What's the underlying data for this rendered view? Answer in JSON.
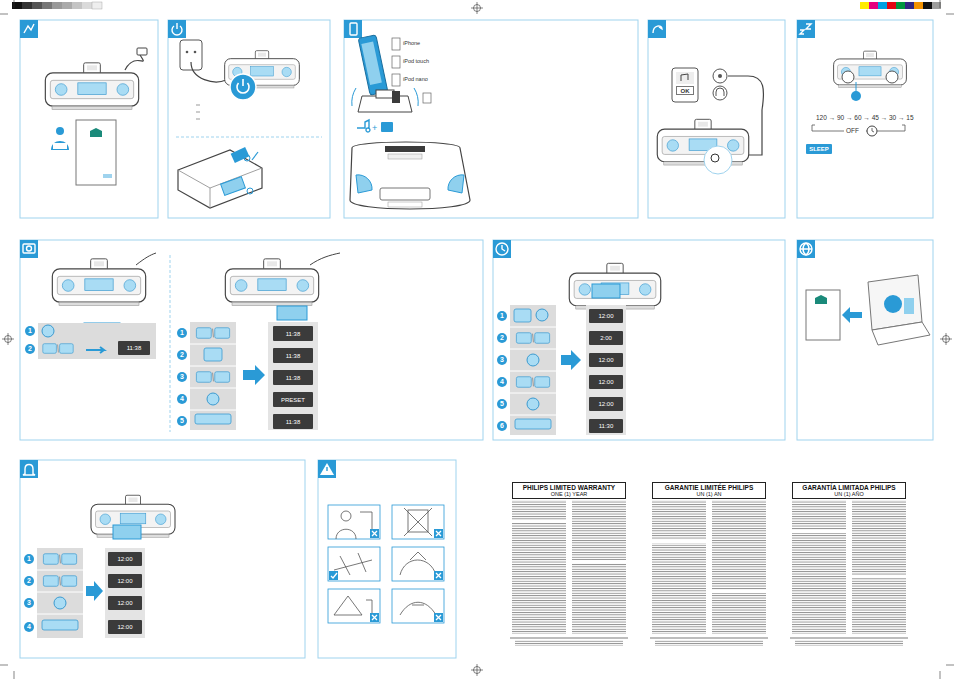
{
  "diagram": {
    "nodes": [
      {
        "text": [
          "OK"
        ]
      },
      {
        "text": [
          "SLEEP"
        ]
      },
      {
        "text": [
          "11:38"
        ]
      },
      {
        "text": [
          "11:38"
        ]
      },
      {
        "text": [
          "11:38"
        ]
      },
      {
        "text": [
          "11:38"
        ]
      },
      {
        "text": [
          "PRESET"
        ]
      },
      {
        "text": [
          "11:38"
        ]
      },
      {
        "text": [
          "12:00"
        ]
      },
      {
        "text": [
          "2:00"
        ]
      },
      {
        "text": [
          "12:00"
        ]
      },
      {
        "text": [
          "12:00"
        ]
      },
      {
        "text": [
          "12:00"
        ]
      },
      {
        "text": [
          "11:30"
        ]
      },
      {
        "text": [
          "12:00"
        ]
      },
      {
        "text": [
          "12:00"
        ]
      },
      {
        "text": [
          "12:00"
        ]
      },
      {
        "text": [
          "12:00"
        ]
      },
      {
        "text": [
          "PHILIPS LIMITED WARRANTY",
          "ONE (1) YEAR"
        ]
      },
      {
        "text": [
          "GARANTIE LIMITÉE PHILIPS",
          "UN (1) AN"
        ]
      },
      {
        "text": [
          "GARANTÍA LIMITADA PHILIPS",
          "UN (1) AÑO"
        ]
      }
    ],
    "labels": [
      "iPhone",
      "iPod touch",
      "iPod nano",
      "120 → 90 → 60 → 45 → 30 → 15",
      "OFF",
      "1",
      "2",
      "1",
      "2",
      "3",
      "4",
      "5",
      "1",
      "2",
      "3",
      "4",
      "5",
      "6",
      "1",
      "2",
      "3",
      "4"
    ]
  }
}
